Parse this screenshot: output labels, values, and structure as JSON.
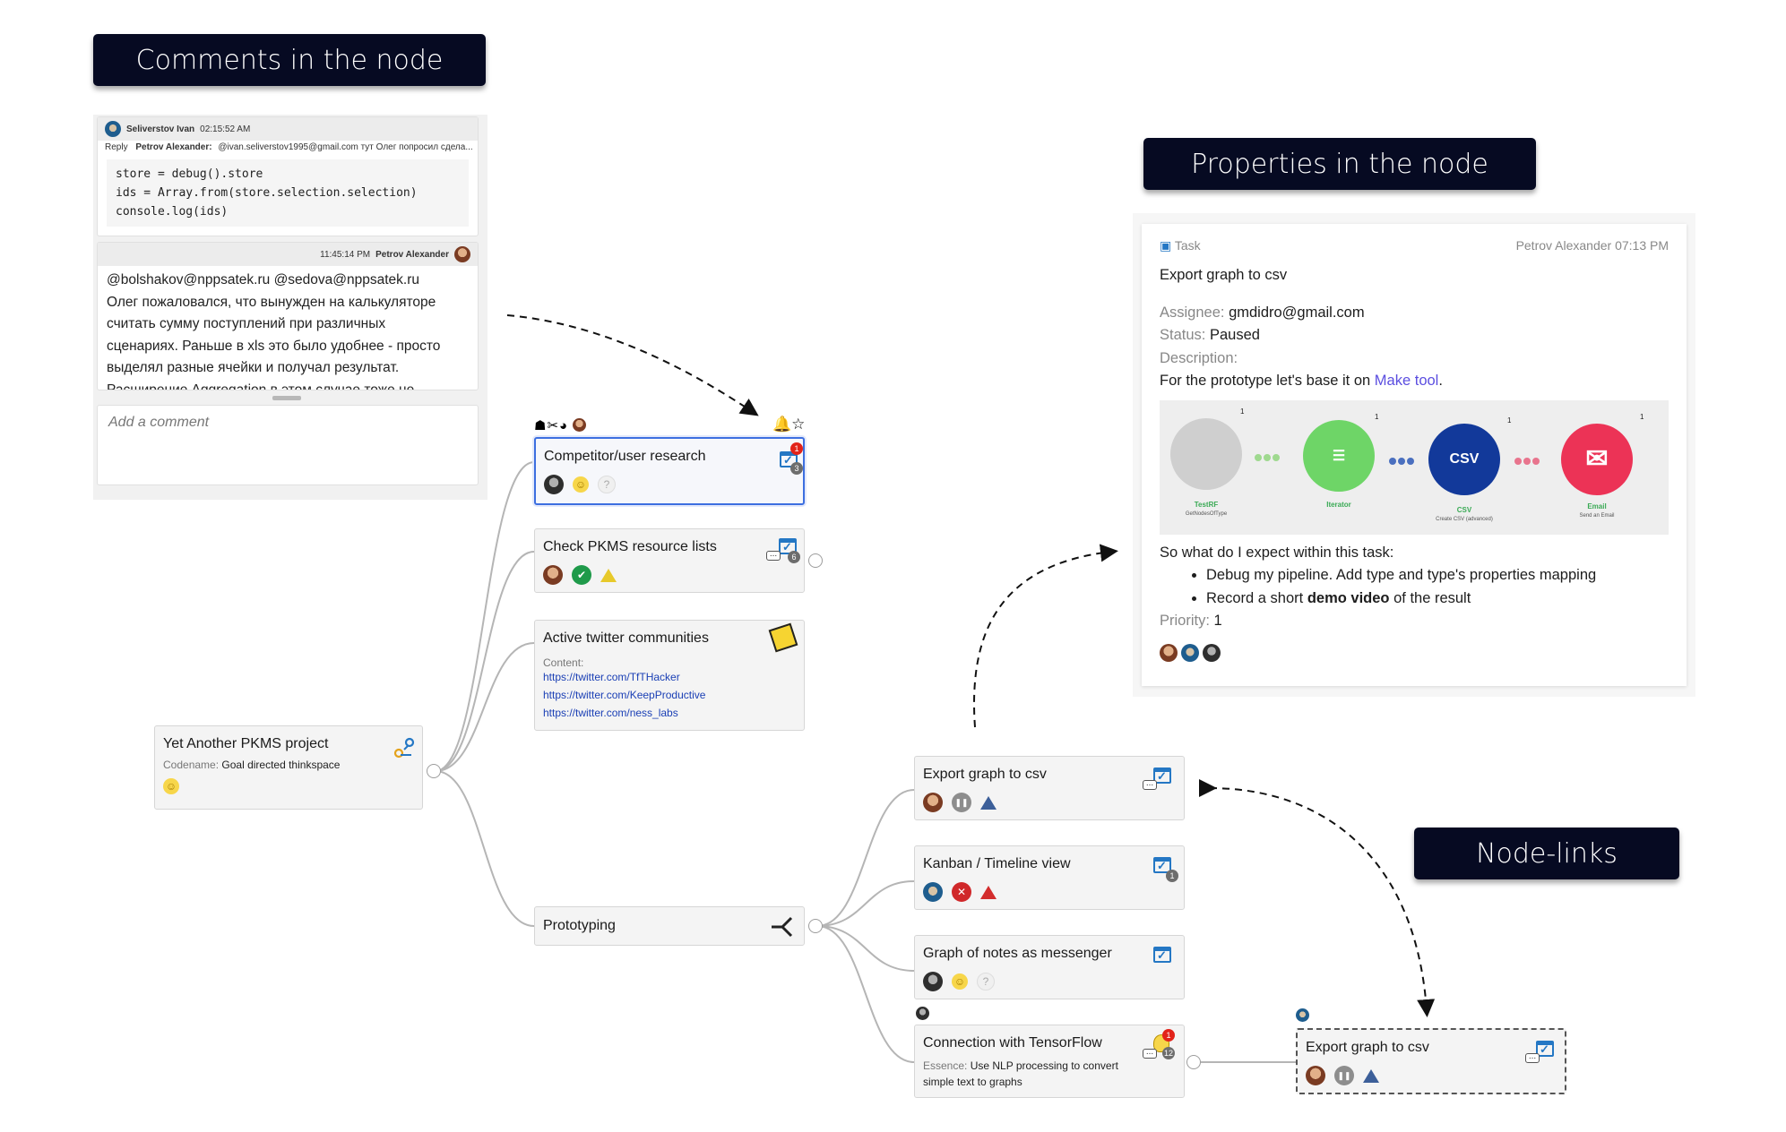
{
  "banners": {
    "comments": "Comments in the node",
    "properties": "Properties in the node",
    "nodelinks": "Node-links"
  },
  "comments": {
    "first": {
      "author": "Seliverstov Ivan",
      "time": "02:15:52 AM",
      "reply_label": "Reply",
      "reply_to": "Petrov Alexander:",
      "reply_text": "@ivan.seliverstov1995@gmail.com тут Олег попросил сдела...",
      "code": [
        "store = debug().store",
        "ids = Array.from(store.selection.selection)",
        "console.log(ids)"
      ]
    },
    "second": {
      "time": "11:45:14 PM",
      "author": "Petrov Alexander",
      "lines": [
        "@bolshakov@nppsatek.ru @sedova@nppsatek.ru",
        "Олег пожаловался, что вынужден на калькуляторе",
        "считать сумму поступлений при различных",
        "сценариях. Раньше в xls это было удобнее - просто",
        "выделял разные ячейки и получал результат.",
        "Расширение Aggregation в этом случае тоже не"
      ]
    },
    "add_placeholder": "Add a comment"
  },
  "nodes": {
    "root": {
      "title": "Yet Another PKMS project",
      "meta_label": "Codename:",
      "meta_value": "Goal directed thinkspace"
    },
    "competitor": {
      "title": "Competitor/user research",
      "badge_red": "1",
      "badge_gray": "3"
    },
    "check": {
      "title": "Check PKMS resource lists",
      "badge_gray": "6"
    },
    "twitter": {
      "title": "Active twitter communities",
      "content_label": "Content:",
      "links": [
        "https://twitter.com/TfTHacker",
        "https://twitter.com/KeepProductive",
        "https://twitter.com/ness_labs"
      ]
    },
    "prototyping": {
      "title": "Prototyping"
    },
    "export": {
      "title": "Export graph to csv"
    },
    "kanban": {
      "title": "Kanban / Timeline view",
      "badge_gray": "1"
    },
    "messenger": {
      "title": "Graph of notes as messenger"
    },
    "tensorflow": {
      "title": "Connection with TensorFlow",
      "meta_label": "Essence:",
      "meta_value": "Use NLP processing to convert simple text to graphs",
      "badge_red": "1",
      "badge_gray": "12"
    },
    "exportlink": {
      "title": "Export graph to csv"
    }
  },
  "properties": {
    "type": "Task",
    "author_time": "Petrov Alexander 07:13 PM",
    "title": "Export graph to csv",
    "assignee_label": "Assignee:",
    "assignee": "gmdidro@gmail.com",
    "status_label": "Status:",
    "status": "Paused",
    "description_label": "Description:",
    "desc_prefix": "For the prototype let's base it on",
    "desc_link": "Make tool",
    "desc_suffix": ".",
    "pipeline": [
      {
        "label": "TestRF",
        "sub": "GetNodesOfType"
      },
      {
        "label": "Iterator",
        "sub": ""
      },
      {
        "label": "CSV",
        "sub": "Create CSV (advanced)"
      },
      {
        "label": "Email",
        "sub": "Send an Email"
      }
    ],
    "pipeline_csv_text": "CSV",
    "pipeline_counts": [
      "1",
      "1",
      "1",
      "1"
    ],
    "expect": "So what do I expect within this task:",
    "bullet1": "Debug my pipeline. Add type and type's properties mapping",
    "bullet2_pre": "Record a short",
    "bullet2_bold": "demo video",
    "bullet2_post": "of the result",
    "priority_label": "Priority:",
    "priority": "1"
  },
  "colors": {
    "banner_bg": "#060a22",
    "selected_border": "#3d6fe0",
    "task_blue": "#2477c4",
    "pipeline_green": "#6ed567",
    "pipeline_blue": "#12399a",
    "pipeline_red": "#ec3356"
  },
  "icons": [
    "team-icon",
    "tools-icon",
    "palette-icon",
    "bell-icon",
    "star-icon",
    "task-calendar-icon",
    "sticky-note-icon",
    "branch-icon",
    "idea-bulb-icon",
    "route-icon"
  ]
}
